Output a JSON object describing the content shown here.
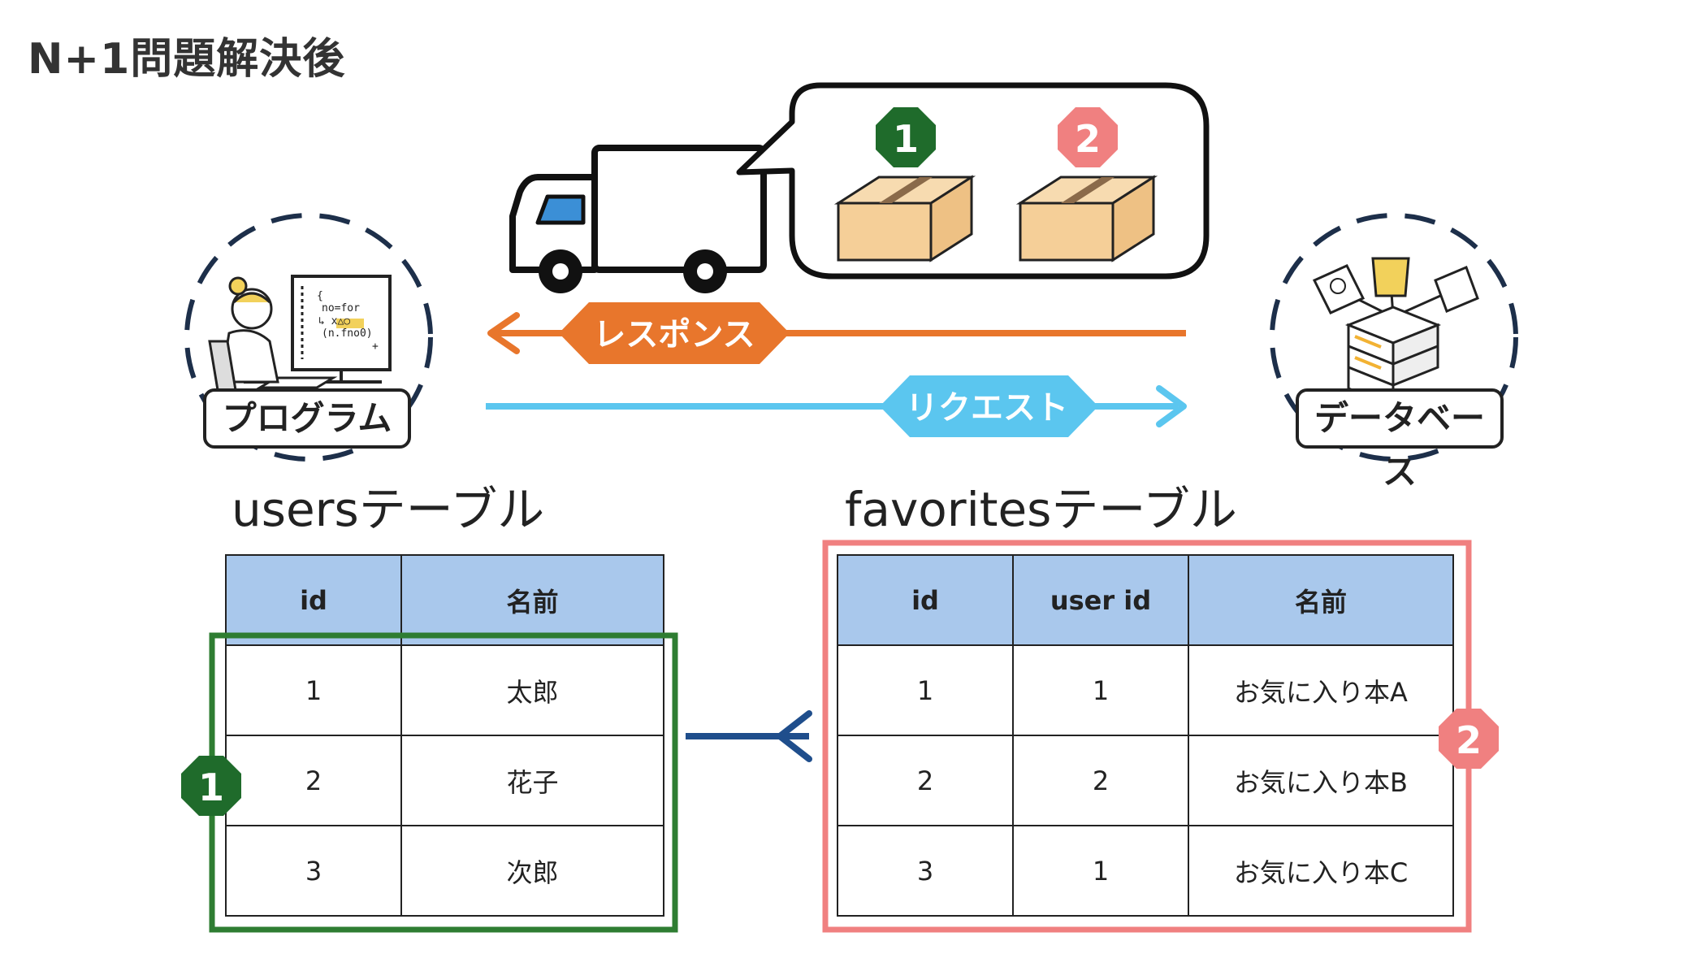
{
  "title": "N+1問題解決後",
  "labels": {
    "program": "プログラム",
    "database": "データベース",
    "response": "レスポンス",
    "request": "リクエスト"
  },
  "badges": {
    "one": "1",
    "two": "2"
  },
  "program_screen_text": [
    "{",
    "no=for",
    "↳ x△○",
    "(n.fno0)",
    "+"
  ],
  "users_table": {
    "title": "usersテーブル",
    "headers": [
      "id",
      "名前"
    ],
    "rows": [
      [
        "1",
        "太郎"
      ],
      [
        "2",
        "花子"
      ],
      [
        "3",
        "次郎"
      ]
    ]
  },
  "favorites_table": {
    "title": "favoritesテーブル",
    "headers": [
      "id",
      "user id",
      "名前"
    ],
    "rows": [
      [
        "1",
        "1",
        "お気に入り本A"
      ],
      [
        "2",
        "2",
        "お気に入り本B"
      ],
      [
        "3",
        "1",
        "お気に入り本C"
      ]
    ]
  },
  "colors": {
    "green": "#2e7d32",
    "dark_green": "#1f6b2b",
    "pink": "#f08080",
    "orange": "#e8762c",
    "sky": "#5bc6ef",
    "navy": "#1f4e8c",
    "header_blue": "#a9c8ec",
    "box_tan": "#f5cf98"
  }
}
